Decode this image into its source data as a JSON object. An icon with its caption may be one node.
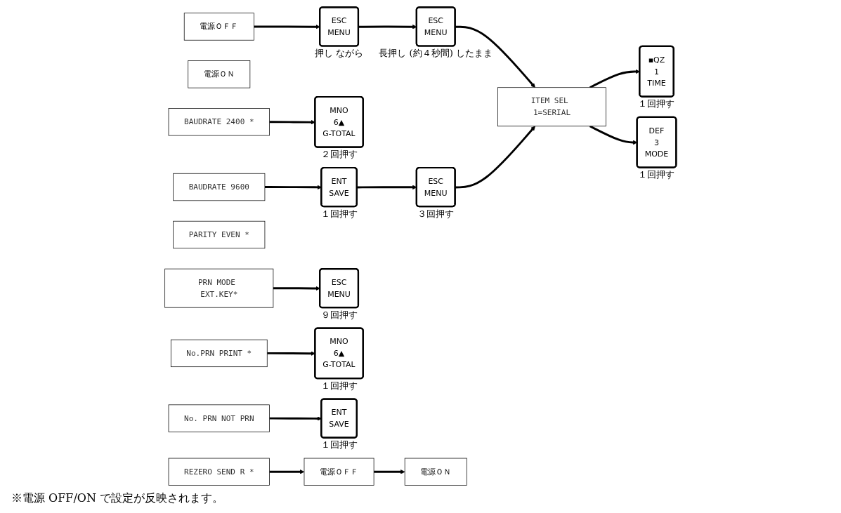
{
  "diagram": {
    "nodes": [
      {
        "text": [
          "電源ＯＦＦ"
        ]
      },
      {
        "text": [
          "ESC",
          "MENU"
        ],
        "beside": [
          "押し ながら"
        ]
      },
      {
        "text": [
          "電源ＯＮ"
        ]
      },
      {
        "text": [
          "ESC",
          "MENU"
        ],
        "beside": [
          "長押し (約４秒間) したまま"
        ]
      },
      {
        "text": [
          "ITEM SEL 1=SERIAL"
        ]
      },
      {
        "text": [
          "▪QZ",
          "1",
          "TIME"
        ],
        "beside": [
          "１回押す"
        ]
      },
      {
        "text": [
          "BAUDRATE 2400 *"
        ]
      },
      {
        "text": [
          "MNO",
          "6▲",
          "G-TOTAL"
        ],
        "beside": [
          "２回押す"
        ]
      },
      {
        "text": [
          "BAUDRATE 9600"
        ]
      },
      {
        "text": [
          "ENT",
          "SAVE"
        ],
        "beside": [
          "１回押す"
        ]
      },
      {
        "text": [
          "PARITY EVEN *"
        ]
      },
      {
        "text": [
          "ESC",
          "MENU"
        ],
        "beside": [
          "３回押す"
        ]
      },
      {
        "text": [
          "DEF",
          "3",
          "MODE"
        ],
        "beside": [
          "１回押す"
        ]
      },
      {
        "text": [
          "PRN MODE EXT.KEY*"
        ]
      },
      {
        "text": [
          "ESC",
          "MENU"
        ],
        "beside": [
          "９回押す"
        ]
      },
      {
        "text": [
          "No.PRN PRINT *"
        ]
      },
      {
        "text": [
          "MNO",
          "6▲",
          "G-TOTAL"
        ],
        "beside": [
          "１回押す"
        ]
      },
      {
        "text": [
          "No. PRN NOT PRN"
        ]
      },
      {
        "text": [
          "ENT",
          "SAVE"
        ],
        "beside": [
          "１回押す"
        ]
      },
      {
        "text": [
          "REZERO SEND R *"
        ]
      },
      {
        "text": [
          "電源ＯＦＦ"
        ]
      },
      {
        "text": [
          "電源ＯＮ"
        ]
      }
    ],
    "edges": [
      {
        "from": 0,
        "to": 1,
        "arrow": "to"
      },
      {
        "from": 1,
        "to": 3,
        "arrow": "to"
      },
      {
        "from": 3,
        "to": 4,
        "arrow": "to"
      },
      {
        "from": 4,
        "to": 5,
        "arrow": "to"
      },
      {
        "from": 6,
        "to": 7,
        "arrow": "to"
      },
      {
        "from": 8,
        "to": 9,
        "arrow": "to"
      },
      {
        "from": 9,
        "to": 11,
        "arrow": "to"
      },
      {
        "from": 11,
        "to": 4,
        "arrow": "to"
      },
      {
        "from": 4,
        "to": 12,
        "arrow": "to"
      },
      {
        "from": 13,
        "to": 14,
        "arrow": "to"
      },
      {
        "from": 15,
        "to": 16,
        "arrow": "to"
      },
      {
        "from": 17,
        "to": 18,
        "arrow": "to"
      },
      {
        "from": 19,
        "to": 20,
        "arrow": "to"
      },
      {
        "from": 20,
        "to": 21,
        "arrow": "to"
      }
    ],
    "labels": [
      "※電源 OFF/ON で設定が反映されます。"
    ]
  }
}
